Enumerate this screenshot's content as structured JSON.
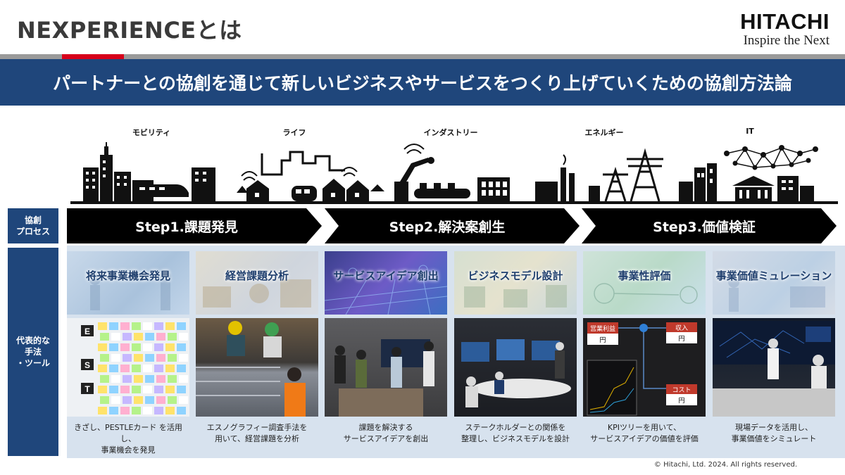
{
  "header": {
    "title": "NEXPERIENCEとは",
    "logo_brand": "HITACHI",
    "logo_tagline": "Inspire the Next"
  },
  "banner": {
    "text": "パートナーとの協創を通じて新しいビジネスやサービスをつくり上げていくための協創方法論"
  },
  "categories": [
    "モビリティ",
    "ライフ",
    "インダストリー",
    "エネルギー",
    "IT"
  ],
  "side_labels": {
    "process": "協創\nプロセス",
    "methods": "代表的な\n手法\n・ツール"
  },
  "steps": [
    "Step1.課題発見",
    "Step2.解決案創生",
    "Step3.価値検証"
  ],
  "cards": [
    {
      "title": "将来事業機会発見",
      "desc": "きざし、PESTLEカード を活用し、\n事業機会を発見"
    },
    {
      "title": "経営課題分析",
      "desc": "エスノグラフィー調査手法を\n用いて、経営課題を分析"
    },
    {
      "title": "サービスアイデア創出",
      "desc": "課題を解決する\nサービスアイデアを創出"
    },
    {
      "title": "ビジネスモデル設計",
      "desc": "ステークホルダーとの関係を\n整理し、ビジネスモデルを設計"
    },
    {
      "title": "事業性評価",
      "desc": "KPIツリーを用いて、\nサービスアイデアの価値を評価"
    },
    {
      "title": "事業価値ミュレーション",
      "desc": "現場データを活用し、\n事業価値をシミュレート"
    }
  ],
  "kpi_tree": {
    "node1": "営業利益",
    "node2": "収入",
    "node3": "コスト",
    "unit": "円"
  },
  "pestle_letters": [
    "E",
    "S",
    "T"
  ],
  "footer": {
    "copyright": "© Hitachi, Ltd. 2024. All rights reserved."
  },
  "colors": {
    "navy": "#1f467b",
    "red": "#d7001a",
    "step": "#000000",
    "panel": "#d7e2ee"
  }
}
